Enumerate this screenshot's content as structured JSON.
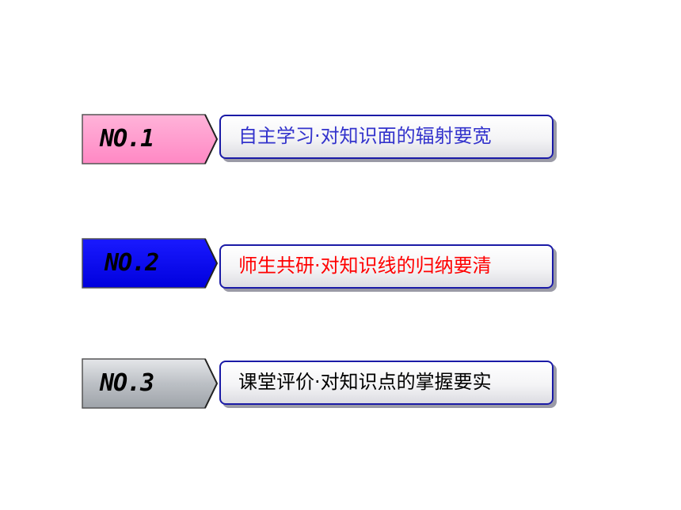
{
  "items": [
    {
      "number": "NO.1",
      "text": "自主学习·对知识面的辐射要宽",
      "tag_color": "#ff99cc",
      "text_color": "#3333cc"
    },
    {
      "number": "NO.2",
      "text": "师生共研·对知识线的归纳要清",
      "tag_color": "#0000ff",
      "text_color": "#ff0000"
    },
    {
      "number": "NO.3",
      "text": "课堂评价·对知识点的掌握要实",
      "tag_color": "#b8bcc2",
      "text_color": "#000000"
    }
  ]
}
